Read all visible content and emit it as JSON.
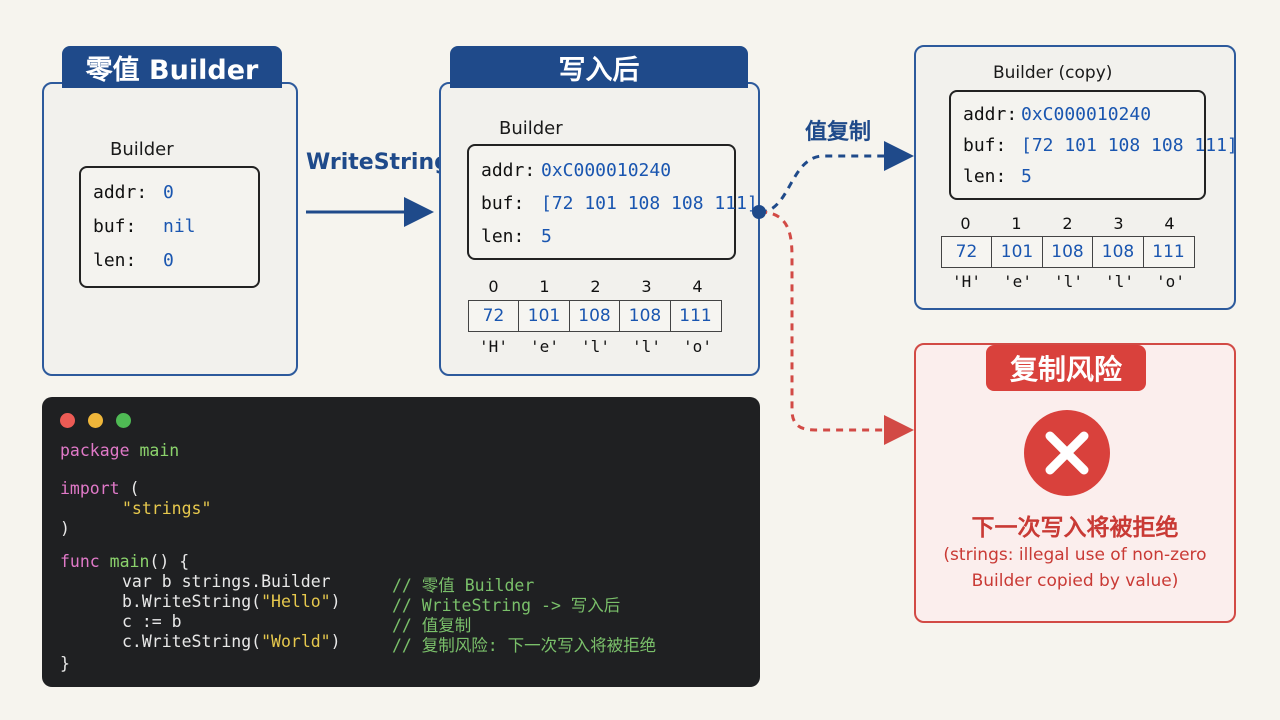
{
  "zero_panel": {
    "title": "零值 Builder",
    "struct_label": "Builder",
    "fields": [
      {
        "key": "addr:",
        "value": "0"
      },
      {
        "key": "buf:",
        "value": "nil"
      },
      {
        "key": "len:",
        "value": "0"
      }
    ]
  },
  "arrow_write_label": "WriteString",
  "after_panel": {
    "title": "写入后",
    "struct_label": "Builder",
    "fields": [
      {
        "key": "addr:",
        "value": "0xC000010240"
      },
      {
        "key": "buf:",
        "value": "[72 101 108 108 111]"
      },
      {
        "key": "len:",
        "value": "5"
      }
    ],
    "indices": [
      "0",
      "1",
      "2",
      "3",
      "4"
    ],
    "bytes": [
      "72",
      "101",
      "108",
      "108",
      "111"
    ],
    "chars": [
      "'H'",
      "'e'",
      "'l'",
      "'l'",
      "'o'"
    ]
  },
  "arrow_copy_label": "值复制",
  "copy_panel": {
    "struct_label": "Builder (copy)",
    "fields": [
      {
        "key": "addr:",
        "value": "0xC000010240"
      },
      {
        "key": "buf:",
        "value": "[72 101 108 108 111]"
      },
      {
        "key": "len:",
        "value": "5"
      }
    ],
    "indices": [
      "0",
      "1",
      "2",
      "3",
      "4"
    ],
    "bytes": [
      "72",
      "101",
      "108",
      "108",
      "111"
    ],
    "chars": [
      "'H'",
      "'e'",
      "'l'",
      "'l'",
      "'o'"
    ]
  },
  "risk_panel": {
    "title": "复制风险",
    "message": "下一次写入将被拒绝",
    "detail_line1": "(strings: illegal use of non-zero",
    "detail_line2": "Builder copied by value)"
  },
  "code": {
    "l1_kw": "package",
    "l1_rest": " main",
    "l3_kw": "import",
    "l3_rest": " (",
    "l4_str": "\"strings\"",
    "l5": ")",
    "l7_kw": "func",
    "l7_fn": " main",
    "l7_rest": "() {",
    "l8_code": "var b strings.Builder",
    "l8_cm": "// 零值 Builder",
    "l9_a": "b.WriteString(",
    "l9_str": "\"Hello\"",
    "l9_b": ")",
    "l9_cm": "// WriteString -> 写入后",
    "l10_code": "c := b",
    "l10_cm": "// 值复制",
    "l11_a": "c.WriteString(",
    "l11_str": "\"World\"",
    "l11_b": ")",
    "l11_cm": "// 复制风险: 下一次写入将被拒绝",
    "l12": "}"
  },
  "colors": {
    "navy": "#1f4a8a",
    "value_blue": "#1a56b0",
    "risk_red": "#d24a45"
  }
}
